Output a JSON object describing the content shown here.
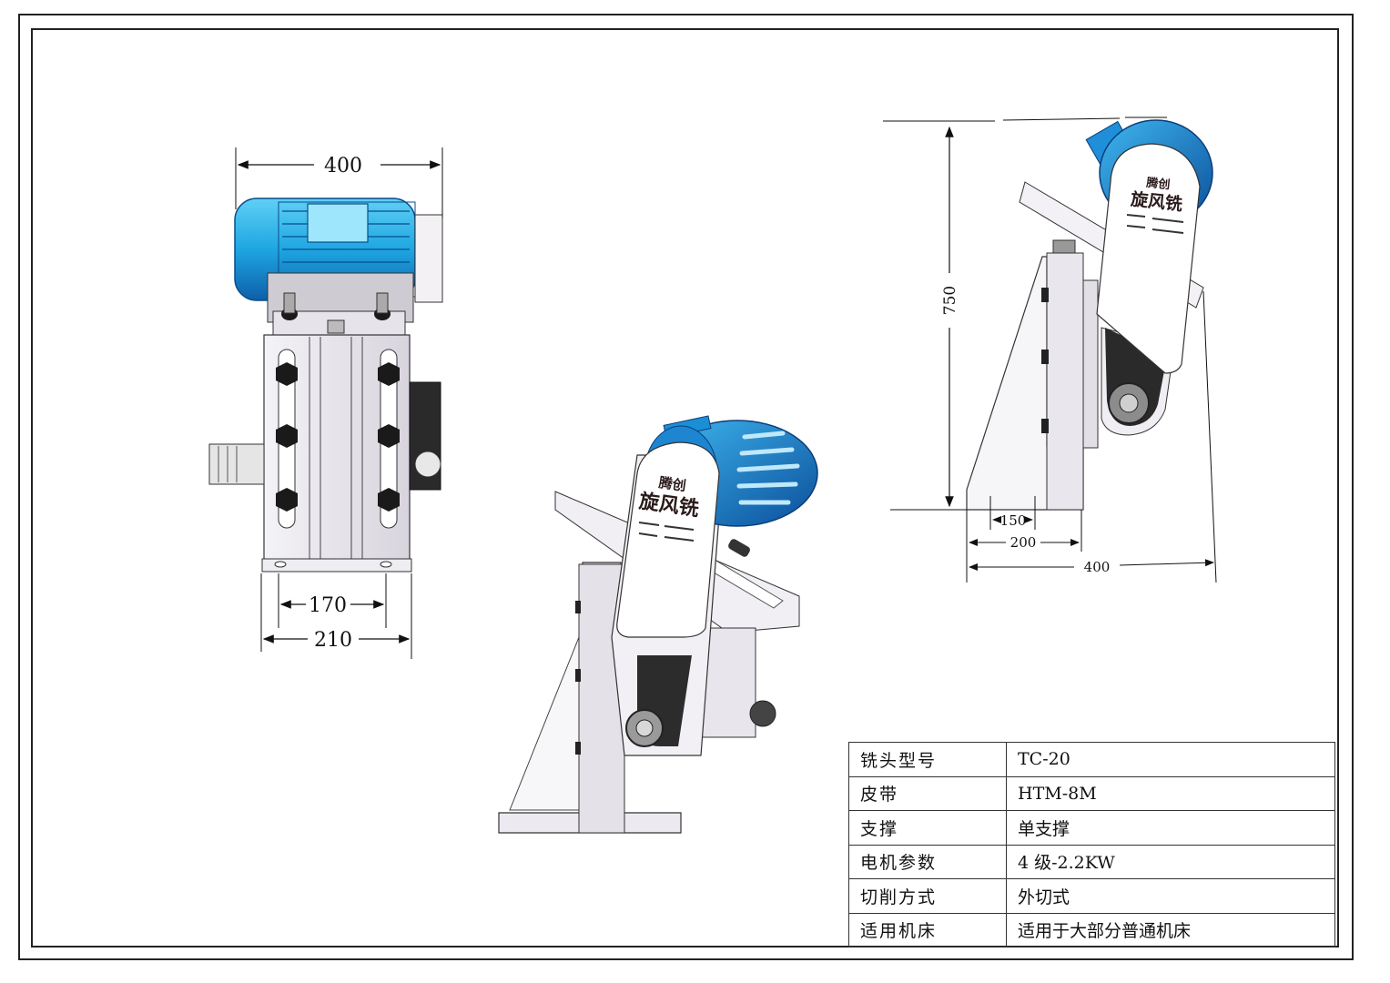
{
  "dimensions": {
    "front": {
      "width_top": "400",
      "bolt_spacing": "170",
      "base_width": "210"
    },
    "side": {
      "height": "750",
      "base_150": "150",
      "base_200": "200",
      "overall_400": "400"
    }
  },
  "label": {
    "brand_line": "腾创",
    "product_line": "旋风铣"
  },
  "specs": [
    {
      "key": "铣头型号",
      "value": "TC-20"
    },
    {
      "key": "皮带",
      "value": "HTM-8M"
    },
    {
      "key": "支撑",
      "value": "单支撑"
    },
    {
      "key": "电机参数",
      "value": "4 级-2.2KW"
    },
    {
      "key": "切削方式",
      "value": "外切式"
    },
    {
      "key": "适用机床",
      "value": "适用于大部分普通机床"
    }
  ],
  "colors": {
    "motor_blue": "#1e9fdc",
    "motor_blue_dark": "#0d6fb5",
    "frame_grey": "#e3e0e8",
    "bolt_black": "#1a1a1a"
  }
}
